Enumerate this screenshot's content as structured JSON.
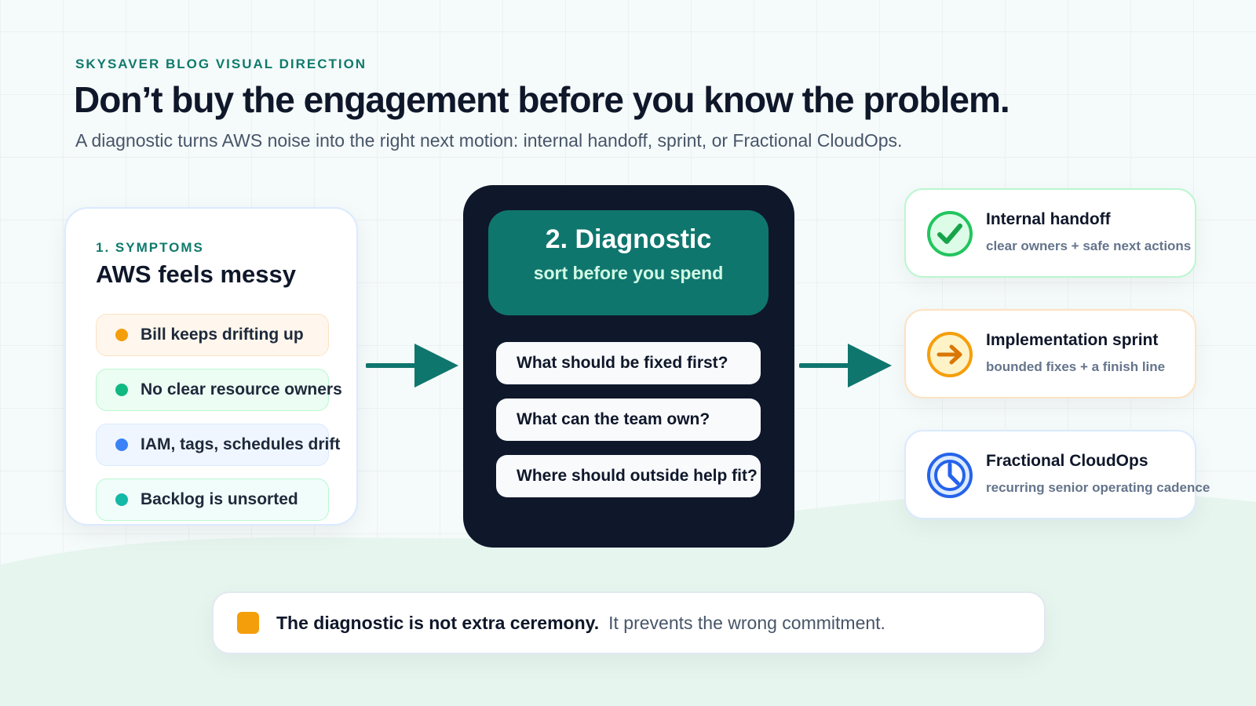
{
  "header": {
    "eyebrow": "SKYSAVER BLOG VISUAL DIRECTION",
    "headline": "Don’t buy the engagement before you know the problem.",
    "subhead": "A diagnostic turns AWS noise into the right next motion: internal handoff, sprint, or Fractional CloudOps."
  },
  "symptoms": {
    "step": "1. SYMPTOMS",
    "title": "AWS feels messy",
    "items": [
      {
        "label": "Bill keeps drifting up",
        "color": "#f59e0b"
      },
      {
        "label": "No clear resource owners",
        "color": "#10b981"
      },
      {
        "label": "IAM, tags, schedules drift",
        "color": "#3b82f6"
      },
      {
        "label": "Backlog is unsorted",
        "color": "#14b8a6"
      }
    ]
  },
  "diagnostic": {
    "title": "2. Diagnostic",
    "subtitle": "sort before you spend",
    "questions": [
      "What should be fixed first?",
      "What can the team own?",
      "Where should outside help fit?"
    ]
  },
  "outcomes": [
    {
      "title": "Internal handoff",
      "subtitle": "clear owners + safe next actions",
      "icon": "check-circle-icon",
      "color": "#22c55e"
    },
    {
      "title": "Implementation sprint",
      "subtitle": "bounded fixes + a finish line",
      "icon": "arrow-right-circle-icon",
      "color": "#d97706"
    },
    {
      "title": "Fractional CloudOps",
      "subtitle": "recurring senior operating cadence",
      "icon": "clock-icon",
      "color": "#2563eb"
    }
  ],
  "callout": {
    "bold": "The diagnostic is not extra ceremony.",
    "rest": "It prevents the wrong commitment."
  },
  "colors": {
    "accent": "#0f766e",
    "dark": "#0f172a"
  }
}
